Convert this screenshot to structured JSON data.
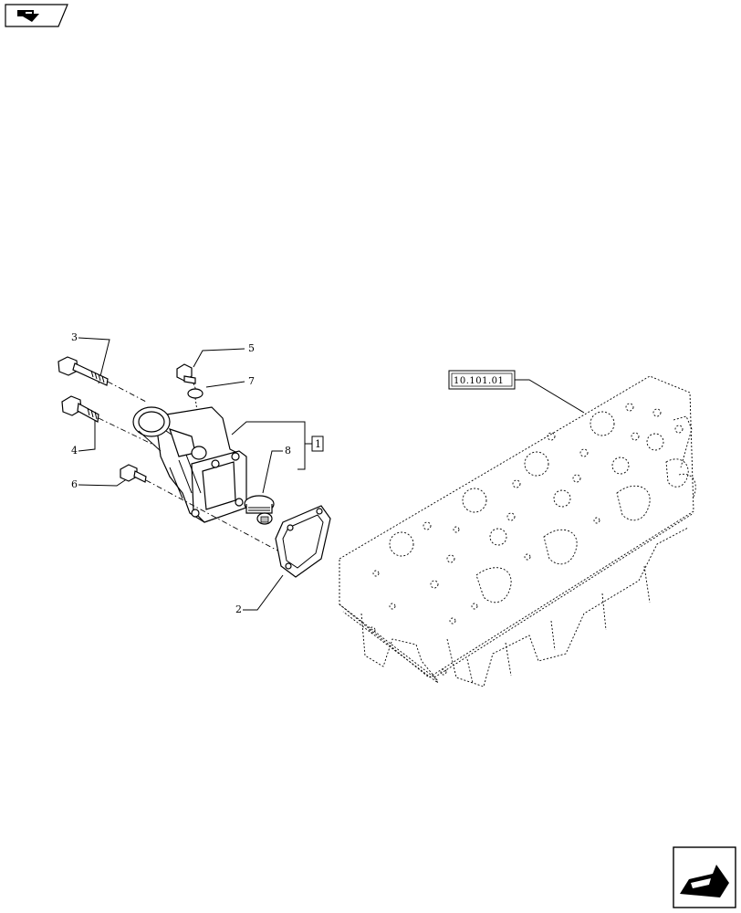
{
  "callouts": [
    {
      "id": "3",
      "label": "3"
    },
    {
      "id": "4",
      "label": "4"
    },
    {
      "id": "5",
      "label": "5"
    },
    {
      "id": "6",
      "label": "6"
    },
    {
      "id": "7",
      "label": "7"
    },
    {
      "id": "8",
      "label": "8"
    },
    {
      "id": "2",
      "label": "2"
    },
    {
      "id": "1",
      "label": "1"
    }
  ],
  "reference_label": "10.101.01",
  "navigation": {
    "previous_icon": "arrow-back-icon",
    "next_icon": "arrow-next-icon"
  }
}
